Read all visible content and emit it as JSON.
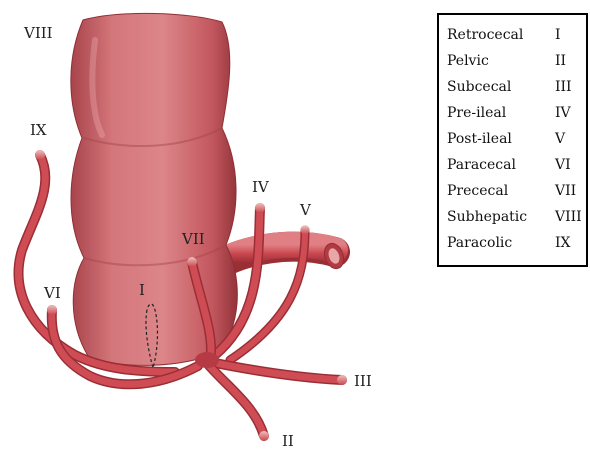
{
  "diagram": {
    "position_labels": {
      "I": "I",
      "II": "II",
      "III": "III",
      "IV": "IV",
      "V": "V",
      "VI": "VI",
      "VII": "VII",
      "VIII": "VIII",
      "IX": "IX"
    },
    "colors": {
      "organ": "#c9585f",
      "organ_light": "#dd8a8e",
      "organ_dark": "#8e2f35",
      "appendix": "#c8464e",
      "appendix_tip": "#e7a9a7",
      "outline": "#1a1a1a"
    }
  },
  "legend": {
    "items": [
      {
        "name": "Retrocecal",
        "code": "I"
      },
      {
        "name": "Pelvic",
        "code": "II"
      },
      {
        "name": "Subcecal",
        "code": "III"
      },
      {
        "name": "Pre-ileal",
        "code": "IV"
      },
      {
        "name": "Post-ileal",
        "code": "V"
      },
      {
        "name": "Paracecal",
        "code": "VI"
      },
      {
        "name": "Prececal",
        "code": "VII"
      },
      {
        "name": "Subhepatic",
        "code": "VIII"
      },
      {
        "name": "Paracolic",
        "code": "IX"
      }
    ]
  }
}
